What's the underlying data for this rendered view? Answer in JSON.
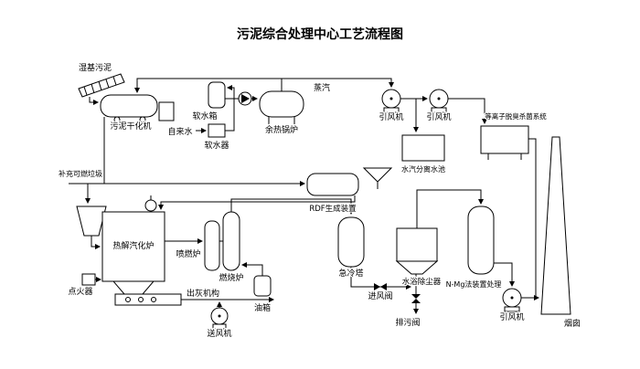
{
  "title": "污泥综合处理中心工艺流程图",
  "colors": {
    "line": "#000000",
    "background": "#ffffff",
    "text": "#000000"
  },
  "nodes": {
    "wet_sludge": "湿基污泥",
    "sludge_dryer": "污泥干化机",
    "tap_water": "自来水",
    "water_softener": "软水器",
    "soft_water_tank": "软水箱",
    "waste_heat_boiler": "余热锅炉",
    "steam": "蒸汽",
    "id_fan_1": "引风机",
    "id_fan_2": "引风机",
    "plasma_system": "等离子脱臭杀菌系统",
    "steam_water_pool": "水汽分离水池",
    "supplement_waste": "补充可燃垃圾",
    "rdf_device": "RDF生成装置",
    "pyrolysis_furnace": "热解汽化炉",
    "spray_furnace": "喷燃炉",
    "combustion_furnace": "燃烧炉",
    "igniter": "点火器",
    "ash_mechanism": "出灰机构",
    "oil_tank": "油箱",
    "blower": "送风机",
    "quench_tower": "急冷塔",
    "air_inlet_valve": "进风阀",
    "water_bath_collector": "水浴除尘器",
    "drain_valve": "排污阀",
    "nmg_device": "N-Mg法装置处理",
    "id_fan_3": "引风机",
    "chimney": "烟囱"
  }
}
